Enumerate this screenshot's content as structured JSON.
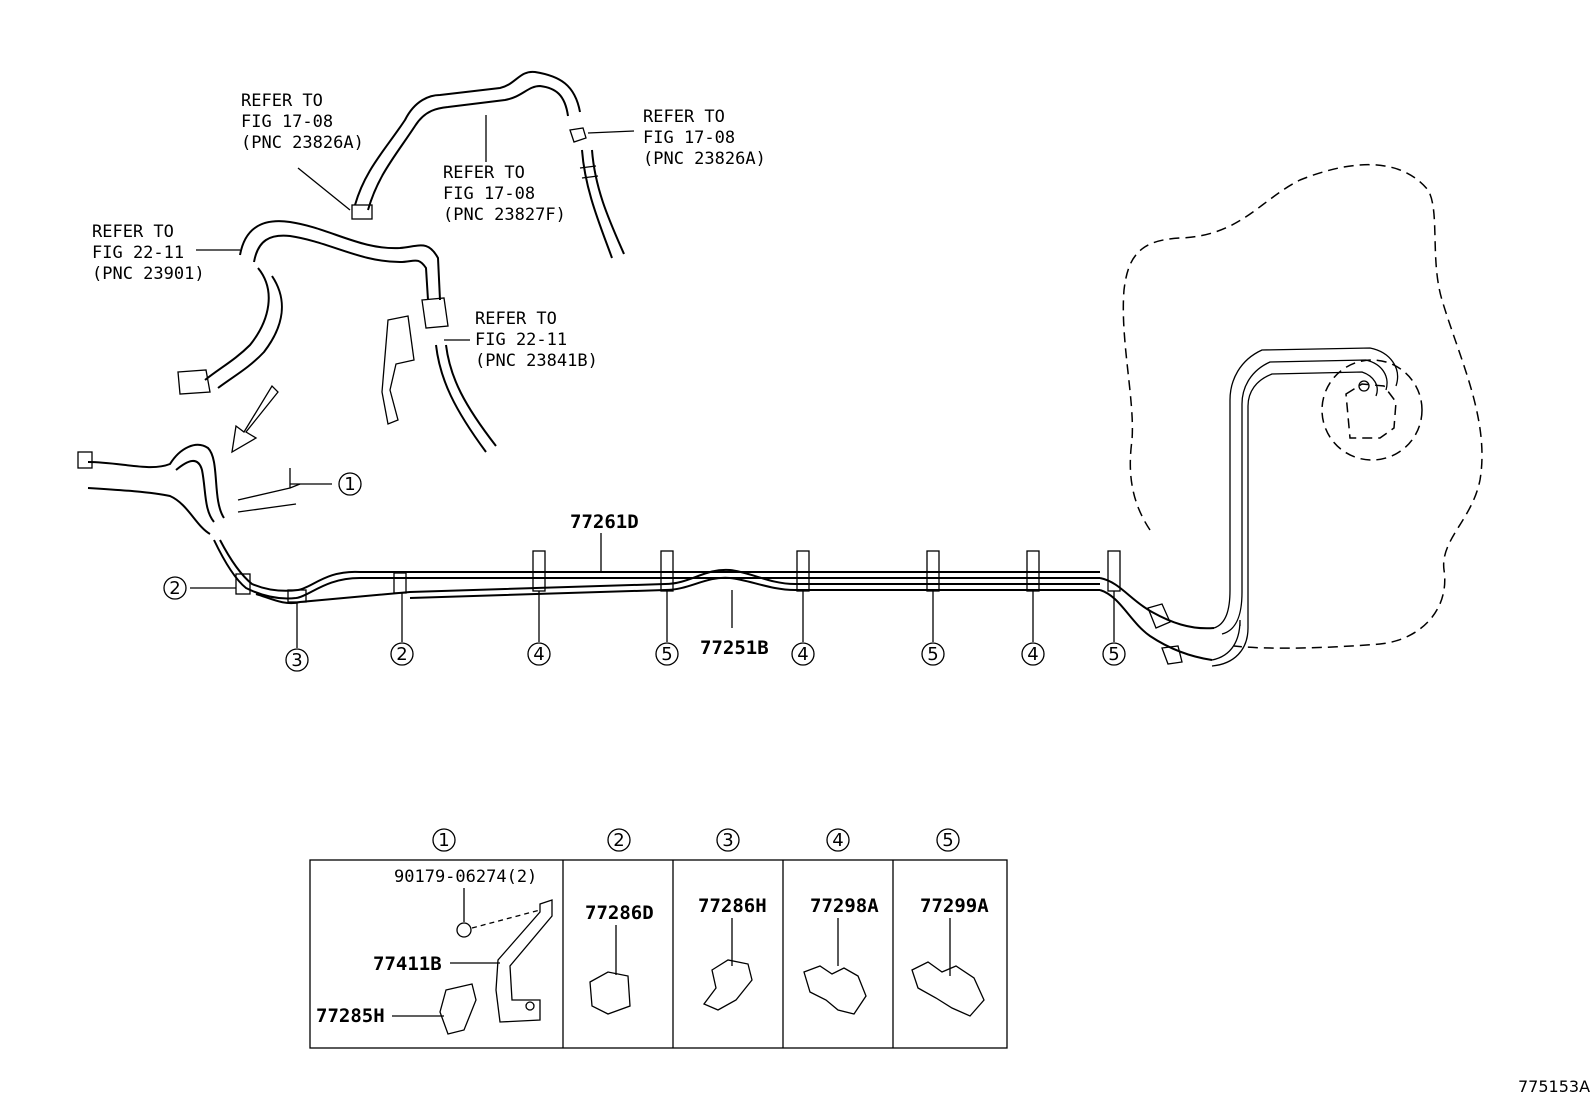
{
  "references": [
    {
      "lines": [
        "REFER TO",
        "FIG 17-08",
        "(PNC 23826A)"
      ]
    },
    {
      "lines": [
        "REFER TO",
        "FIG 17-08",
        "(PNC 23827F)"
      ]
    },
    {
      "lines": [
        "REFER TO",
        "FIG 17-08",
        "(PNC 23826A)"
      ]
    },
    {
      "lines": [
        "REFER TO",
        "FIG 22-11",
        "(PNC 23901)"
      ]
    },
    {
      "lines": [
        "REFER TO",
        "FIG 22-11",
        "(PNC 23841B)"
      ]
    }
  ],
  "main_parts": {
    "tube_upper": "77261D",
    "tube_lower": "77251B"
  },
  "callouts": [
    "1",
    "2",
    "3",
    "2",
    "4",
    "5",
    "4",
    "5",
    "4",
    "5"
  ],
  "legend": {
    "headers": [
      "1",
      "2",
      "3",
      "4",
      "5"
    ],
    "cell1": {
      "bolt": "90179-06274(2)",
      "bracket": "77411B",
      "clamp": "77285H"
    },
    "cell2": "77286D",
    "cell3": "77286H",
    "cell4": "77298A",
    "cell5": "77299A"
  },
  "figure_code": "775153A"
}
